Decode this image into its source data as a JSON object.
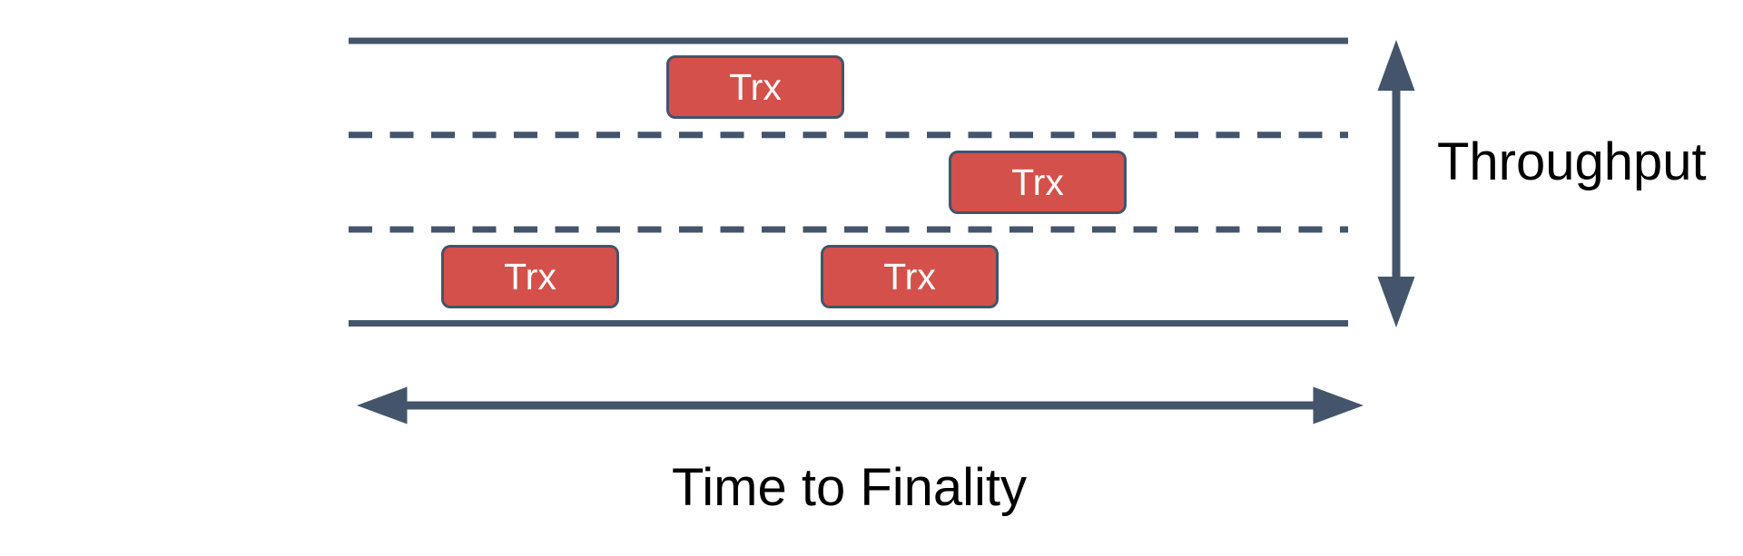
{
  "diagram": {
    "title_semantic": "Blockchain lanes diagram: throughput vs time to finality",
    "boxes": [
      {
        "label": "Trx"
      },
      {
        "label": "Trx"
      },
      {
        "label": "Trx"
      },
      {
        "label": "Trx"
      }
    ],
    "labels": {
      "throughput": "Throughput",
      "time_to_finality": "Time to Finality"
    },
    "colors": {
      "accent_red": "#D4504A",
      "line_navy": "#44546A",
      "box_text": "#FFFFFF",
      "label_text": "#000000",
      "background": "#FFFFFF"
    }
  }
}
